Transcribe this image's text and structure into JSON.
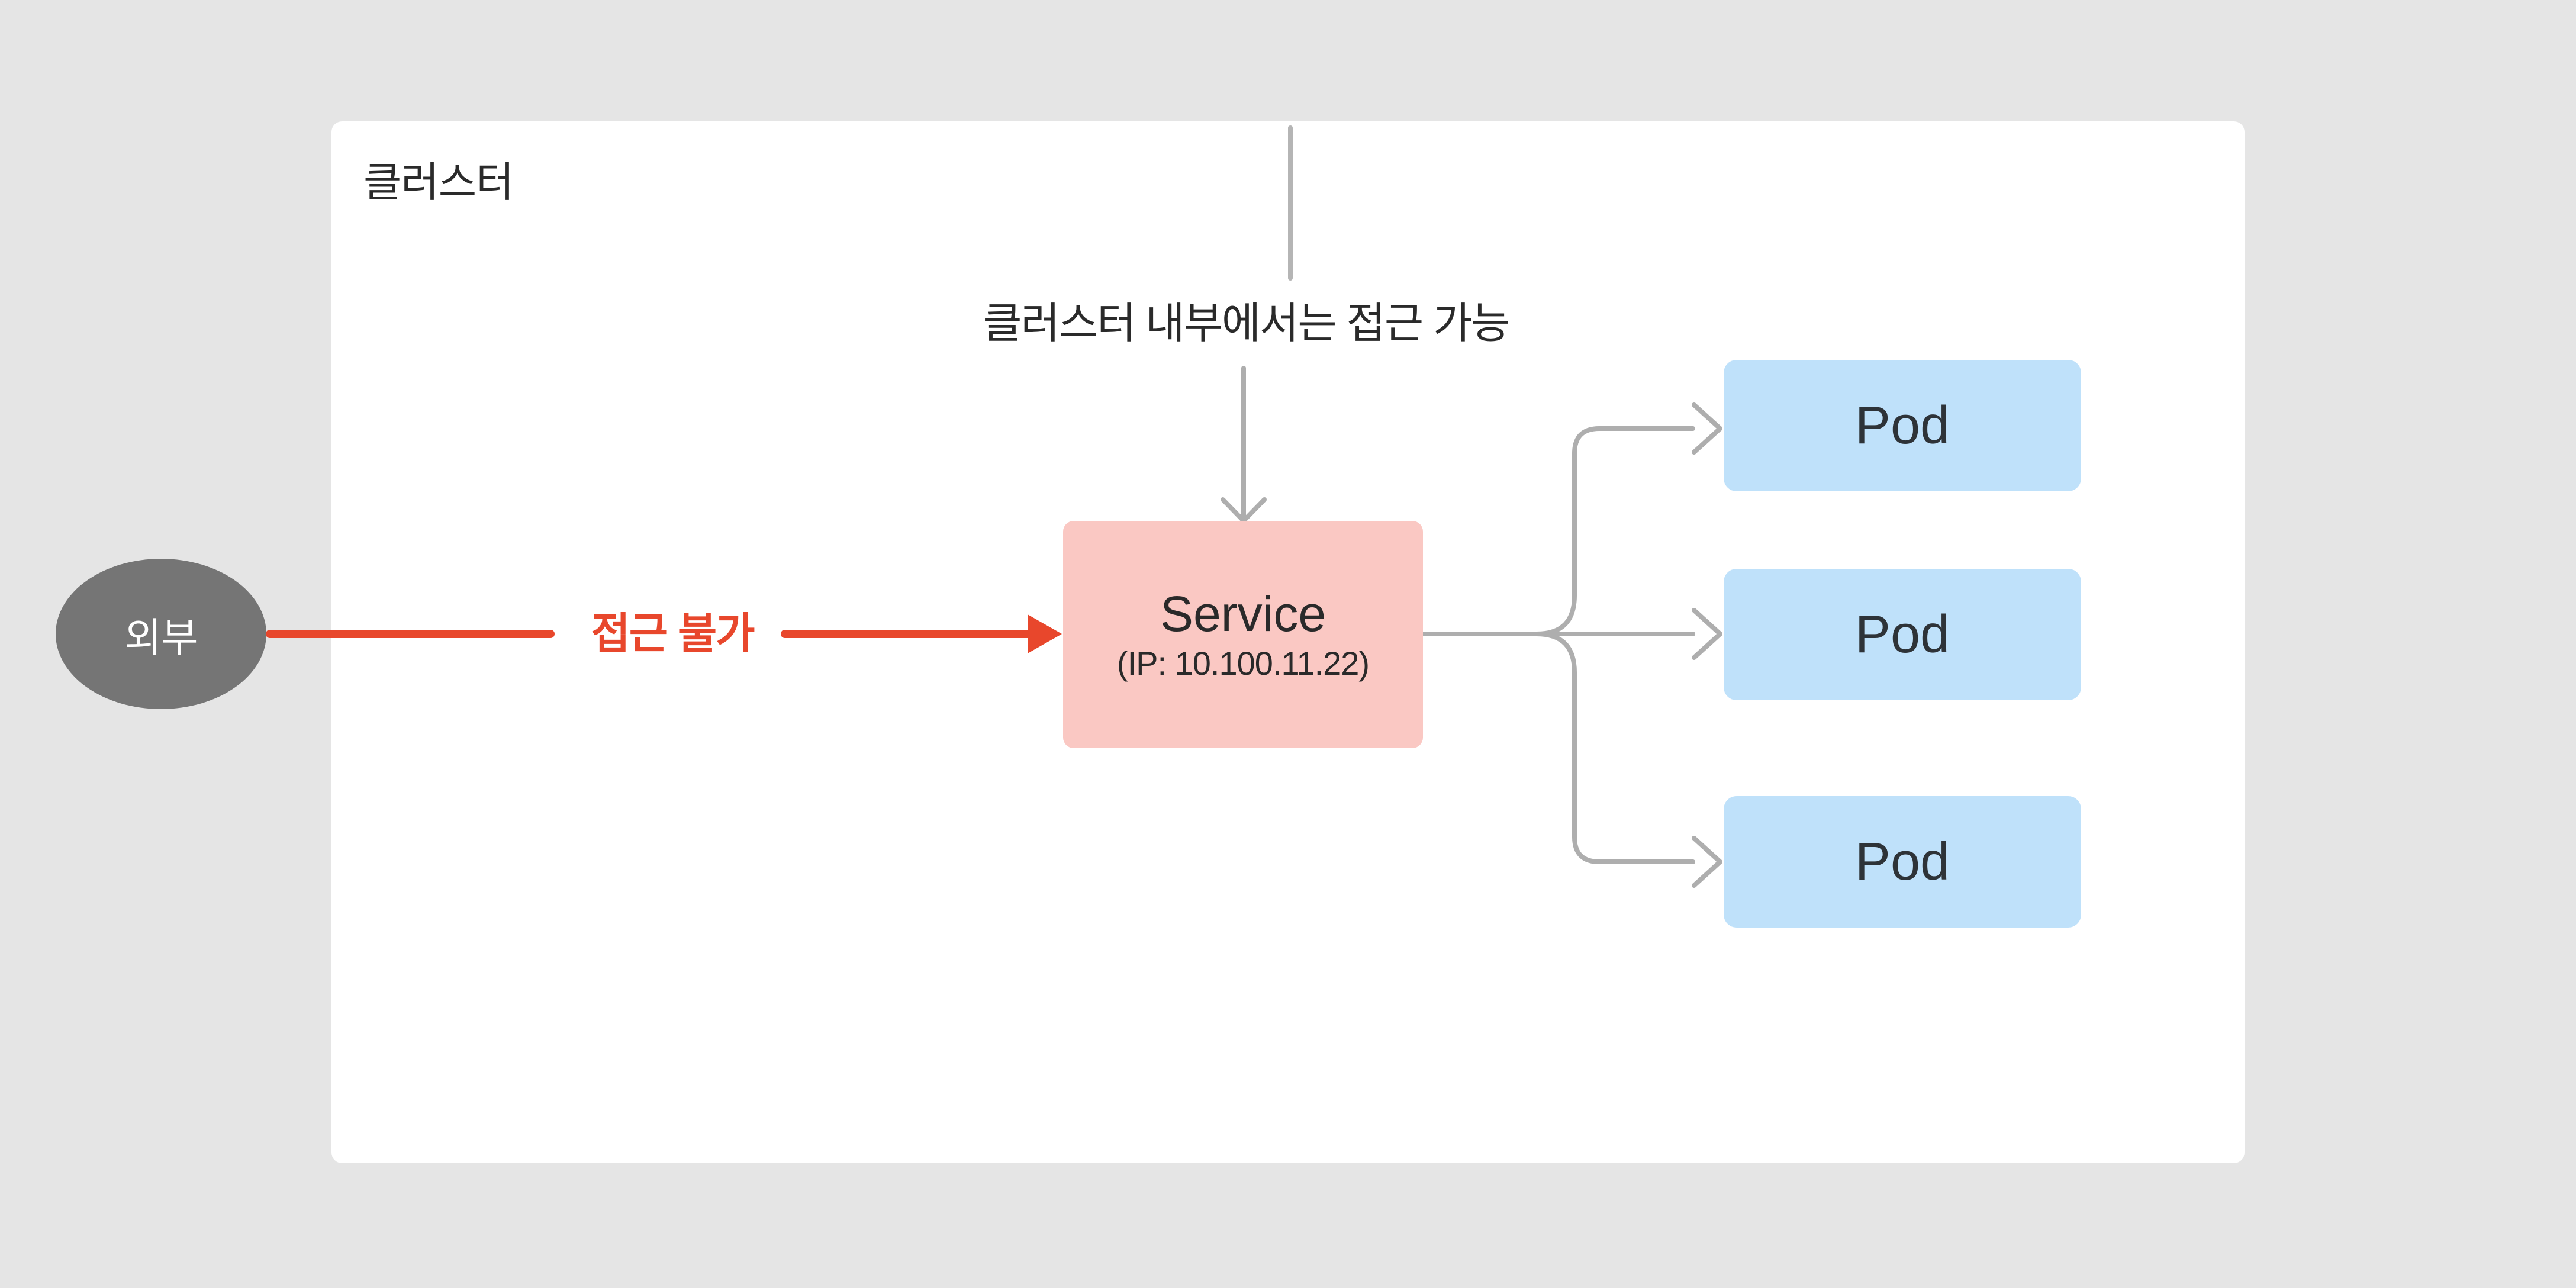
{
  "diagram": {
    "cluster": {
      "label": "클러스터"
    },
    "internal_caption": {
      "label": "클러스터 내부에서는 접근 가능"
    },
    "external": {
      "label": "외부"
    },
    "denied": {
      "label": "접근 불가"
    },
    "service": {
      "title": "Service",
      "ip": "(IP: 10.100.11.22)"
    },
    "pods": [
      {
        "label": "Pod"
      },
      {
        "label": "Pod"
      },
      {
        "label": "Pod"
      }
    ]
  },
  "colors": {
    "page_background": "#e5e5e5",
    "cluster_background": "#ffffff",
    "external_fill": "#757575",
    "external_text": "#ffffff",
    "service_fill": "#fac8c3",
    "pod_fill": "#bfe1fa",
    "pod_text": "#2e3338",
    "text_dark": "#2a2a2a",
    "accent_red": "#e8472c",
    "line_gray": "#aeaeae",
    "line_gray_light": "#b5b5b5"
  }
}
